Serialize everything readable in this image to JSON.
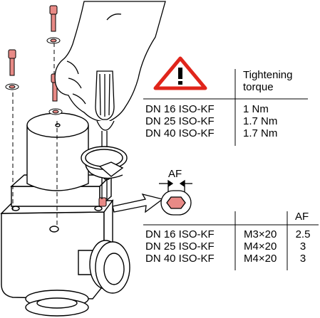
{
  "torque_table": {
    "header": [
      "Tightening",
      "torque"
    ],
    "rows": [
      {
        "flange": "DN 16 ISO-KF",
        "torque": "1 Nm"
      },
      {
        "flange": "DN 25 ISO-KF",
        "torque": "1.7 Nm"
      },
      {
        "flange": "DN 40 ISO-KF",
        "torque": "1.7 Nm"
      }
    ]
  },
  "af_label": "AF",
  "screw_table": {
    "header_af": "AF",
    "rows": [
      {
        "flange": "DN 16 ISO-KF",
        "screw": "M3×20",
        "af": "2.5"
      },
      {
        "flange": "DN 25 ISO-KF",
        "screw": "M4×20",
        "af": "3"
      },
      {
        "flange": "DN 40 ISO-KF",
        "screw": "M4×20",
        "af": "3"
      }
    ]
  },
  "colors": {
    "screw": "#e88a86",
    "warning": "#e0251b",
    "outline": "#000000"
  }
}
